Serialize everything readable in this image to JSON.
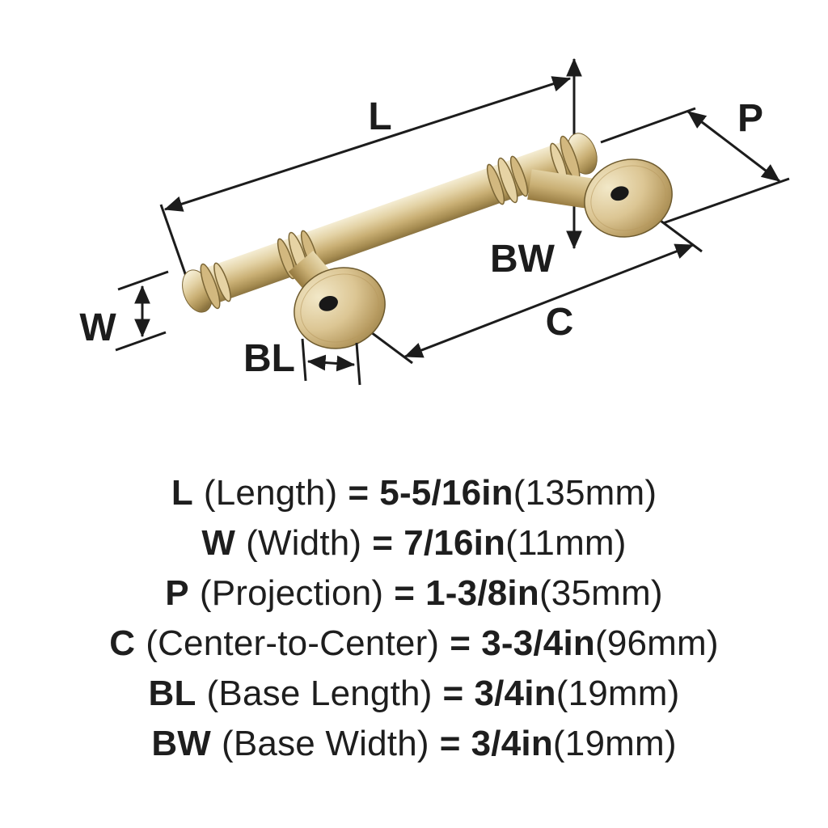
{
  "diagram": {
    "labels": {
      "l": "L",
      "w": "W",
      "p": "P",
      "bw": "BW",
      "c": "C",
      "bl": "BL"
    },
    "colors": {
      "outline": "#1c1c1c",
      "gold_light": "#f4ecd2",
      "gold_mid": "#c9af74",
      "gold_dark": "#8a7340"
    }
  },
  "specs": [
    {
      "abbr": "L",
      "label": "(Length)",
      "eq": "=",
      "value": "5-5/16in",
      "metric": "(135mm)"
    },
    {
      "abbr": "W",
      "label": "(Width)",
      "eq": "=",
      "value": "7/16in",
      "metric": "(11mm)"
    },
    {
      "abbr": "P",
      "label": "(Projection)",
      "eq": "=",
      "value": "1-3/8in",
      "metric": "(35mm)"
    },
    {
      "abbr": "C",
      "label": "(Center-to-Center)",
      "eq": "=",
      "value": "3-3/4in",
      "metric": "(96mm)"
    },
    {
      "abbr": "BL",
      "label": "(Base Length)",
      "eq": "=",
      "value": "3/4in",
      "metric": "(19mm)"
    },
    {
      "abbr": "BW",
      "label": "(Base Width)",
      "eq": "=",
      "value": "3/4in",
      "metric": "(19mm)"
    }
  ]
}
